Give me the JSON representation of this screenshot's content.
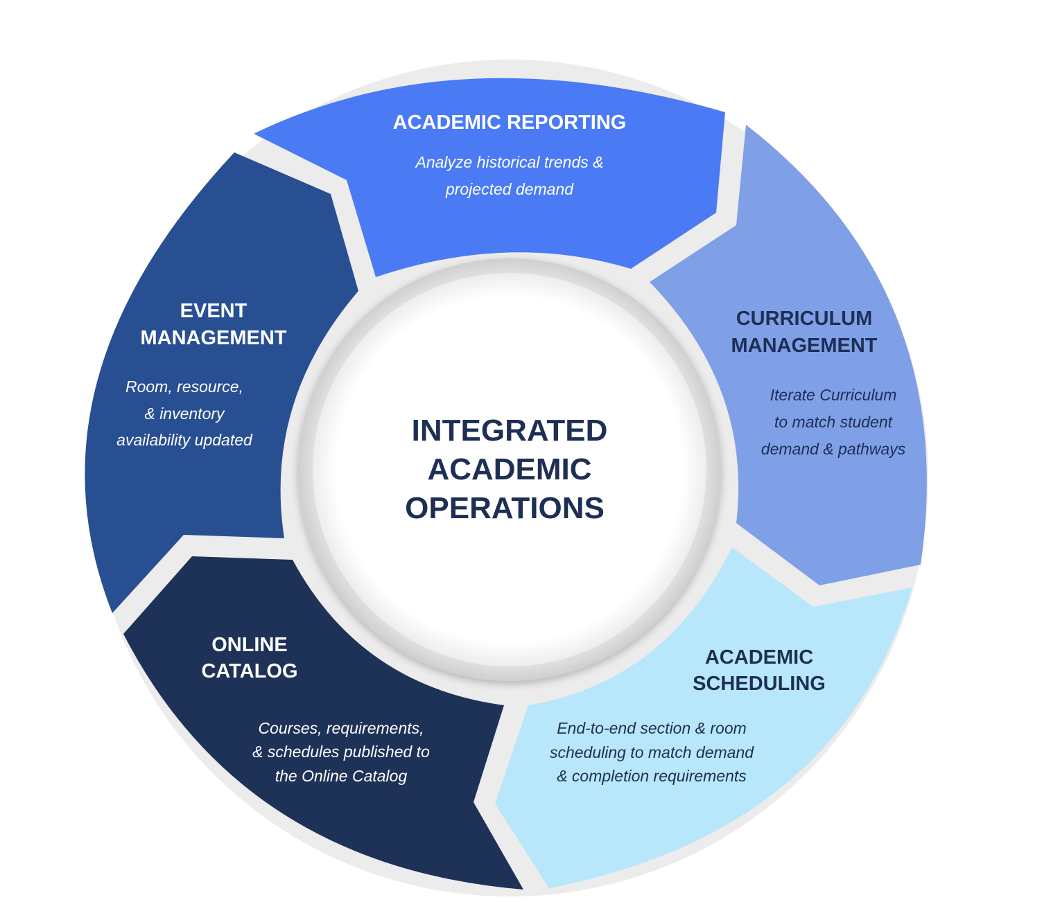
{
  "center": {
    "lines": [
      "INTEGRATED",
      "ACADEMIC",
      "OPERATIONS"
    ],
    "text_color": "#1e2f55"
  },
  "segments": [
    {
      "id": "academic-reporting",
      "fill": "#4a7af4",
      "text_color": "#ffffff",
      "title": [
        "ACADEMIC REPORTING"
      ],
      "description": [
        "Analyze historical trends &",
        "projected demand"
      ]
    },
    {
      "id": "curriculum-management",
      "fill": "#7f9fe6",
      "text_color": "#1e2f55",
      "title": [
        "CURRICULUM",
        "MANAGEMENT"
      ],
      "description": [
        "Iterate Curriculum",
        "to match student",
        "demand & pathways"
      ]
    },
    {
      "id": "academic-scheduling",
      "fill": "#b8e6fa",
      "text_color": "#1e2f55",
      "title": [
        "ACADEMIC",
        "SCHEDULING"
      ],
      "description": [
        "End-to-end section & room",
        "scheduling to match demand",
        "& completion requirements"
      ]
    },
    {
      "id": "online-catalog",
      "fill": "#1e3156",
      "text_color": "#ffffff",
      "title": [
        "ONLINE",
        "CATALOG"
      ],
      "description": [
        "Courses, requirements,",
        "& schedules published to",
        "the Online Catalog"
      ]
    },
    {
      "id": "event-management",
      "fill": "#284f91",
      "text_color": "#ffffff",
      "title": [
        "EVENT",
        "MANAGEMENT"
      ],
      "description": [
        "Room, resource,",
        "& inventory",
        "availability updated"
      ]
    }
  ]
}
